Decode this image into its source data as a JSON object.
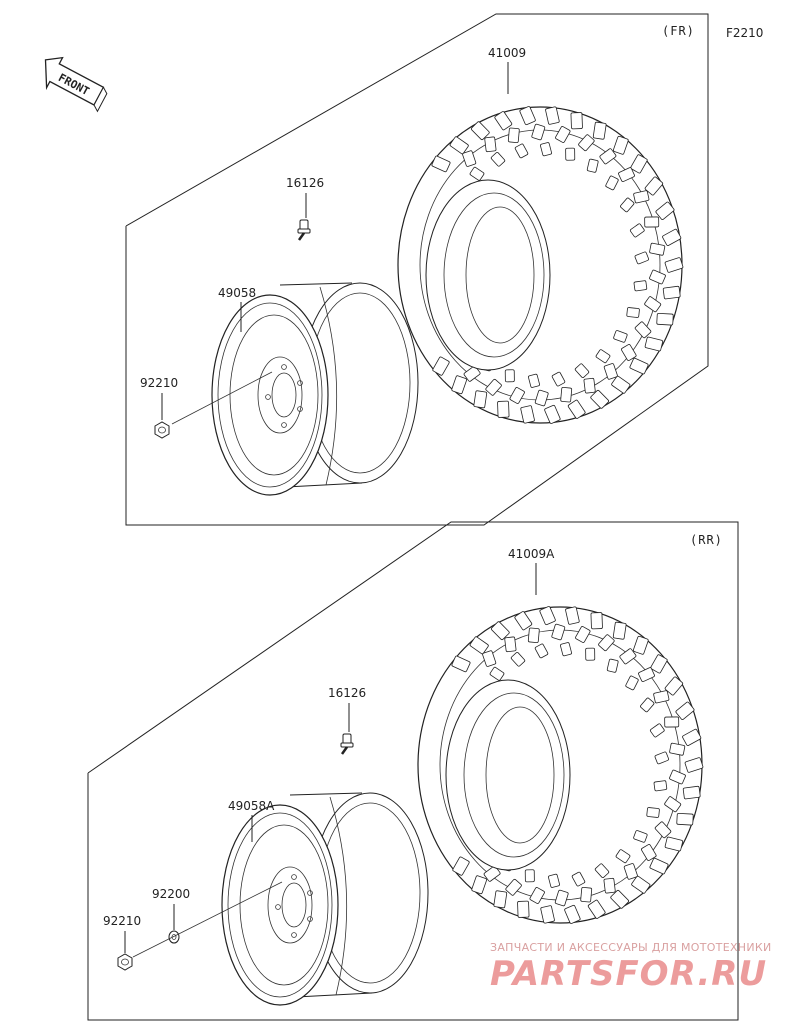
{
  "diagram_code": "F2210",
  "front_label": "FRONT",
  "sections": {
    "front": {
      "label": "(FR)",
      "parts": {
        "tire": "41009",
        "valve": "16126",
        "wheel": "49058",
        "nut": "92210"
      }
    },
    "rear": {
      "label": "(RR)",
      "parts": {
        "tire": "41009A",
        "valve": "16126",
        "wheel": "49058A",
        "washer": "92200",
        "nut": "92210"
      }
    }
  },
  "watermark": {
    "tagline": "ЗАПЧАСТИ И АКСЕССУАРЫ ДЛЯ МОТОТЕХНИКИ",
    "logo": "PARTSFOR.RU"
  },
  "colors": {
    "line": "#222222",
    "watermark": "#e57b7b"
  }
}
